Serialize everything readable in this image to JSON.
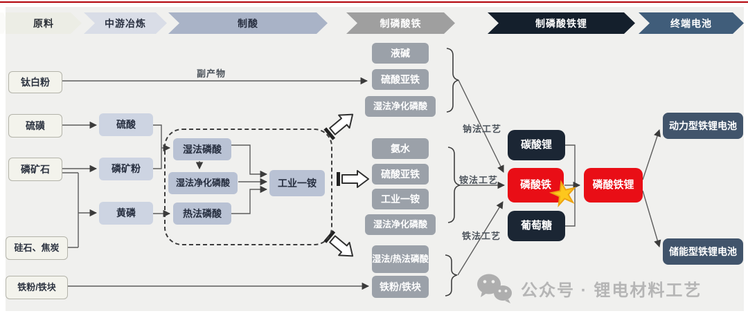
{
  "header": {
    "stages": [
      {
        "label": "原料"
      },
      {
        "label": "中游冶炼"
      },
      {
        "label": "制酸"
      },
      {
        "label": "制磷酸铁"
      },
      {
        "label": "制磷酸铁锂"
      },
      {
        "label": "终端电池"
      }
    ]
  },
  "raw_materials": {
    "titanium_dioxide": "钛白粉",
    "sulfur": "硫磺",
    "phosphate_ore": "磷矿石",
    "silica_coke": "硅石、焦炭",
    "iron_powder": "铁粉/铁块"
  },
  "smelting": {
    "sulfuric_acid": "硫酸",
    "phosphate_powder": "磷矿粉",
    "yellow_phosphorus": "黄磷"
  },
  "acid_zone": {
    "wet_phosphoric": "湿法磷酸",
    "wet_purified": "湿法净化磷酸",
    "thermal_phosphoric": "热法磷酸",
    "industrial_map": "工业一铵"
  },
  "iron_phosphate_inputs": {
    "sodium_group": [
      "液碱",
      "硫酸亚铁",
      "湿法净化磷酸"
    ],
    "ammonium_group": [
      "氨水",
      "硫酸亚铁",
      "工业一铵",
      "湿法净化磷酸"
    ],
    "iron_group": [
      "湿法/热法磷酸",
      "铁粉/铁块"
    ]
  },
  "process_labels": {
    "byproduct": "副产物",
    "sodium": "钠法工艺",
    "ammonium": "铵法工艺",
    "iron": "铁法工艺"
  },
  "lfp_zone": {
    "lithium_carbonate": "碳酸锂",
    "iron_phosphate": "磷酸铁",
    "glucose": "葡萄糖",
    "lfp": "磷酸铁锂"
  },
  "batteries": {
    "power": "动力型铁锂电池",
    "storage": "储能型铁锂电池"
  },
  "icons": {
    "star": "★",
    "wechat": "wechat-icon"
  },
  "watermark": {
    "text": "公众号 · 锂电材料工艺"
  },
  "colors": {
    "red_node": "#e90e16",
    "dark_node": "#1b2634",
    "battery_node": "#41546b",
    "gray_node": "#9ba1a9",
    "star_gold": "#fdc71d",
    "top_rule": "#b20007"
  }
}
